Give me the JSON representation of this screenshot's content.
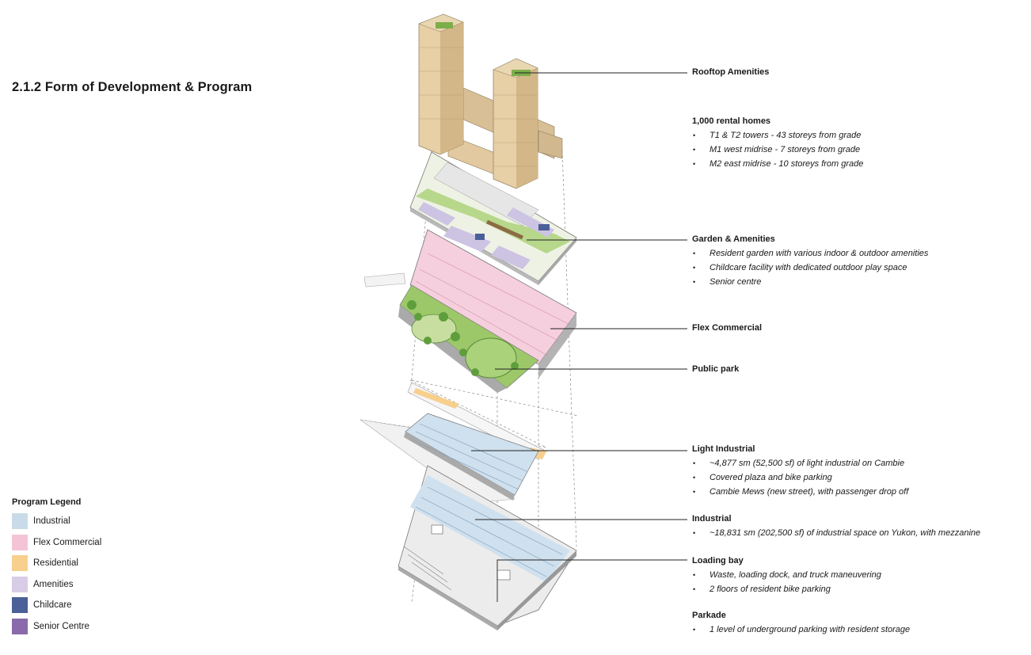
{
  "title": "2.1.2  Form of Development & Program",
  "legend": {
    "title": "Program Legend",
    "items": [
      {
        "label": "Industrial",
        "color": "#c9dbe8"
      },
      {
        "label": "Flex Commercial",
        "color": "#f4c4d6"
      },
      {
        "label": "Residential",
        "color": "#f7d08e"
      },
      {
        "label": "Amenities",
        "color": "#d8cde6"
      },
      {
        "label": "Childcare",
        "color": "#4b5f98"
      },
      {
        "label": "Senior Centre",
        "color": "#8a6aaa"
      }
    ]
  },
  "annotations": {
    "rooftop": {
      "head": "Rooftop Amenities",
      "bullets": []
    },
    "rental": {
      "head": "1,000 rental homes",
      "bullets": [
        "T1 & T2 towers - 43 storeys from grade",
        "M1 west midrise - 7 storeys from grade",
        "M2 east midrise - 10 storeys from grade"
      ]
    },
    "garden": {
      "head": "Garden & Amenities",
      "bullets": [
        "Resident garden with various indoor & outdoor amenities",
        "Childcare facility with dedicated outdoor play space",
        "Senior centre"
      ]
    },
    "flex": {
      "head": "Flex Commercial",
      "bullets": []
    },
    "park": {
      "head": "Public park",
      "bullets": []
    },
    "light": {
      "head": "Light Industrial",
      "bullets": [
        "~4,877 sm (52,500 sf) of light industrial on Cambie",
        "Covered plaza and bike parking",
        "Cambie Mews (new street), with passenger drop off"
      ]
    },
    "industrial": {
      "head": "Industrial",
      "bullets": [
        "~18,831 sm (202,500 sf) of industrial space on Yukon, with mezzanine"
      ]
    },
    "loading": {
      "head": "Loading bay",
      "bullets": [
        "Waste, loading dock, and truck maneuvering",
        "2 floors of resident bike parking"
      ]
    },
    "parkade": {
      "head": "Parkade",
      "bullets": [
        "1 level of underground parking with resident storage"
      ]
    }
  }
}
